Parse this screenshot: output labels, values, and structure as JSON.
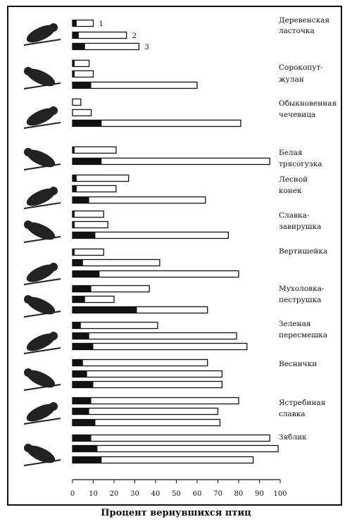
{
  "chart_data": {
    "type": "bar",
    "orientation": "horizontal",
    "xlabel": "Процент вернувшихся птиц",
    "xlim": [
      0,
      100
    ],
    "xticks": [
      0,
      10,
      20,
      30,
      40,
      50,
      60,
      70,
      80,
      90,
      100
    ],
    "series_labels": [
      "1",
      "2",
      "3"
    ],
    "bar_segments": [
      "black (dark) portion",
      "white (light) portion"
    ],
    "groups": [
      {
        "label": "Деревенская ласточка",
        "bars": [
          {
            "dark": 2,
            "total": 10
          },
          {
            "dark": 3,
            "total": 26
          },
          {
            "dark": 6,
            "total": 32
          }
        ]
      },
      {
        "label": "Сорокопут-жулан",
        "bars": [
          {
            "dark": 1,
            "total": 8
          },
          {
            "dark": 1,
            "total": 10
          },
          {
            "dark": 9,
            "total": 60
          }
        ]
      },
      {
        "label": "Обыкновенная чечевица",
        "bars": [
          {
            "dark": 0,
            "total": 4
          },
          {
            "dark": 0,
            "total": 9
          },
          {
            "dark": 14,
            "total": 81
          }
        ]
      },
      {
        "label": "Белая трясогузка",
        "bars": [
          {
            "dark": 1,
            "total": 21
          },
          {
            "dark": 14,
            "total": 95
          }
        ]
      },
      {
        "label": "Лесной конек",
        "bars": [
          {
            "dark": 2,
            "total": 27
          },
          {
            "dark": 2,
            "total": 21
          },
          {
            "dark": 8,
            "total": 64
          }
        ]
      },
      {
        "label": "Славка-завирушка",
        "bars": [
          {
            "dark": 1,
            "total": 15
          },
          {
            "dark": 1,
            "total": 17
          },
          {
            "dark": 11,
            "total": 75
          }
        ]
      },
      {
        "label": "Вертишейка",
        "bars": [
          {
            "dark": 1,
            "total": 15
          },
          {
            "dark": 5,
            "total": 42
          },
          {
            "dark": 13,
            "total": 80
          }
        ]
      },
      {
        "label": "Мухоловка-пеструшка",
        "bars": [
          {
            "dark": 9,
            "total": 37
          },
          {
            "dark": 6,
            "total": 20
          },
          {
            "dark": 31,
            "total": 65
          }
        ]
      },
      {
        "label": "Зеленая пересмешка",
        "bars": [
          {
            "dark": 4,
            "total": 41
          },
          {
            "dark": 8,
            "total": 79
          },
          {
            "dark": 10,
            "total": 84
          }
        ]
      },
      {
        "label": "Веснички",
        "bars": [
          {
            "dark": 5,
            "total": 65
          },
          {
            "dark": 7,
            "total": 72
          },
          {
            "dark": 10,
            "total": 72
          }
        ]
      },
      {
        "label": "Ястребиная славка",
        "bars": [
          {
            "dark": 9,
            "total": 80
          },
          {
            "dark": 8,
            "total": 70
          },
          {
            "dark": 11,
            "total": 71
          }
        ]
      },
      {
        "label": "Зяблик",
        "bars": [
          {
            "dark": 9,
            "total": 95
          },
          {
            "dark": 12,
            "total": 99
          },
          {
            "dark": 14,
            "total": 87
          }
        ]
      }
    ]
  }
}
